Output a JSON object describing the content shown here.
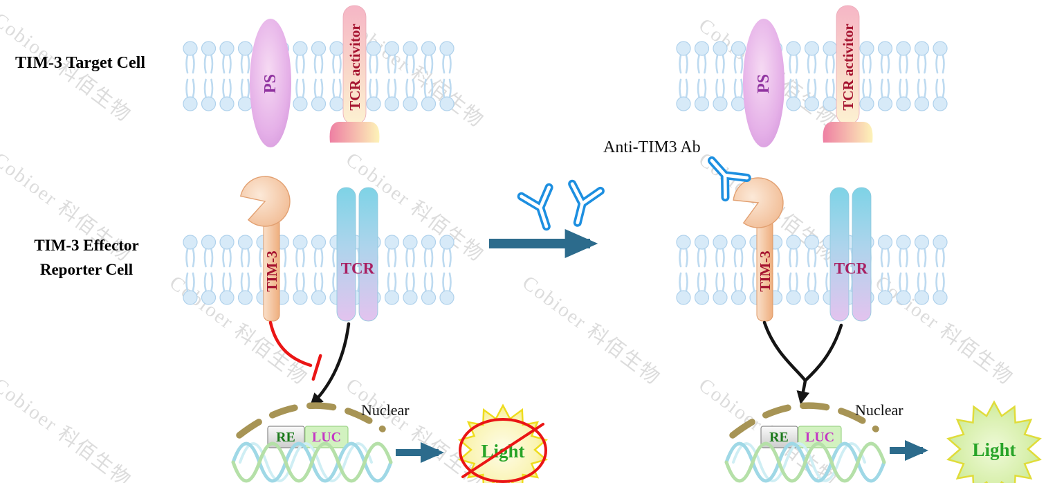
{
  "watermark": {
    "text": "Cobioer  科佰生物"
  },
  "headings": {
    "target_cell": "TIM-3 Target Cell",
    "effector_line1": "TIM-3 Effector",
    "effector_line2": "Reporter Cell",
    "antibody": "Anti-TIM3 Ab"
  },
  "labels": {
    "ps": "PS",
    "tcr_activator": "TCR activitor",
    "tim3": "TIM-3",
    "tcr": "TCR",
    "nuclear": "Nuclear",
    "re": "RE",
    "luc": "LUC",
    "light": "Light"
  },
  "colors": {
    "membrane": "#d7eaf8",
    "ps_text": "#9033a0",
    "tcr_activator_text": "#a5132f",
    "tim3_text": "#a5132f",
    "tcr_text": "#a81f62",
    "inhibition_red": "#ea1515",
    "signal_black": "#151515",
    "nucleus_dash": "#a79455",
    "re_text": "#1d7a1d",
    "luc_text": "#c438c4",
    "light_text": "#28a428",
    "arrow_teal": "#2c6b8c",
    "antibody_blue": "#1d8fe0",
    "star_yellow": "#eedc1e"
  }
}
